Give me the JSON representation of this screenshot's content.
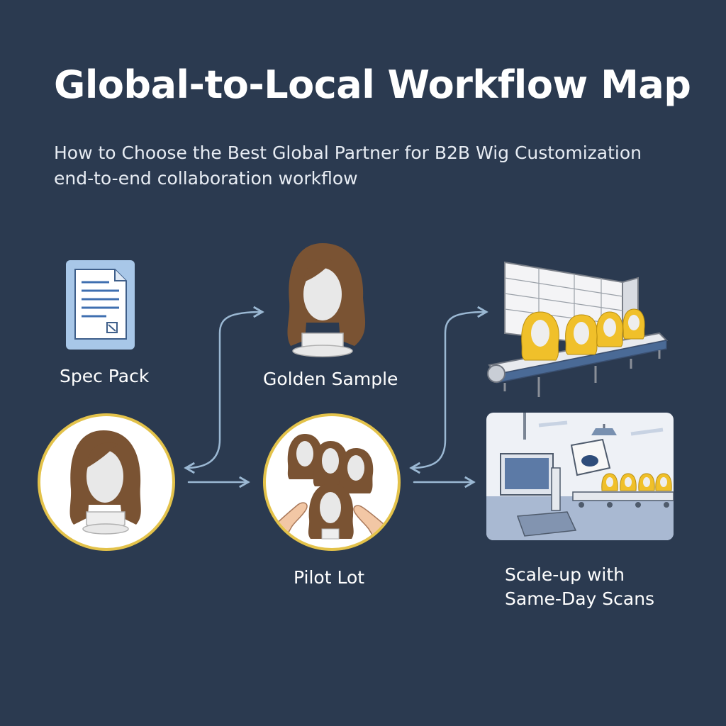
{
  "header": {
    "title": "Global-to-Local Workflow Map",
    "subtitle_line1": "How to Choose the Best Global Partner for B2B Wig Customization",
    "subtitle_line2": "end-to-end collaboration workflow"
  },
  "nodes": {
    "spec_pack": {
      "label": "Spec Pack",
      "icon": "document-icon"
    },
    "golden_sample": {
      "label": "Golden Sample",
      "icon": "wig-mannequin-icon"
    },
    "pilot_lot": {
      "label": "Pilot Lot",
      "icon": "wig-group-icon"
    },
    "scale_up": {
      "label_line1": "Scale-up with",
      "label_line2": "Same-Day Scans",
      "icon": "scanning-line-icon"
    },
    "base_wig": {
      "icon": "wig-mannequin-icon"
    },
    "production_line": {
      "icon": "factory-conveyor-icon"
    }
  },
  "colors": {
    "background": "#2b3a50",
    "arrow": "#9bb8d3",
    "circle_ring": "#e3c24a",
    "hair_brown": "#7a5333",
    "hair_blonde": "#f0c02a"
  }
}
